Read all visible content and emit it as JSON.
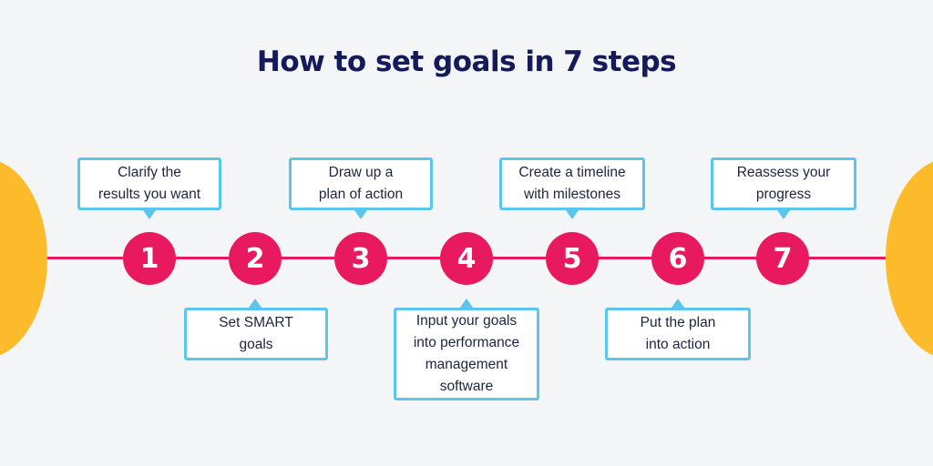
{
  "title": "How to set goals in 7 steps",
  "steps": [
    {
      "number": "1",
      "lines": [
        "Clarify the",
        "results you want"
      ]
    },
    {
      "number": "2",
      "lines": [
        "Set SMART",
        "goals"
      ]
    },
    {
      "number": "3",
      "lines": [
        "Draw up a",
        "plan of action"
      ]
    },
    {
      "number": "4",
      "lines": [
        "Input your goals",
        "into performance",
        "management",
        "software"
      ]
    },
    {
      "number": "5",
      "lines": [
        "Create a timeline",
        "with milestones"
      ]
    },
    {
      "number": "6",
      "lines": [
        "Put the plan",
        "into action"
      ]
    },
    {
      "number": "7",
      "lines": [
        "Reassess your",
        "progress"
      ]
    }
  ],
  "colors": {
    "title": "#141a5c",
    "step_circle": "#e8195f",
    "timeline": "#e8195f",
    "box_border": "#5bc6ec",
    "decor_circle": "#fdbb2c",
    "background": "#f4f5f6"
  }
}
